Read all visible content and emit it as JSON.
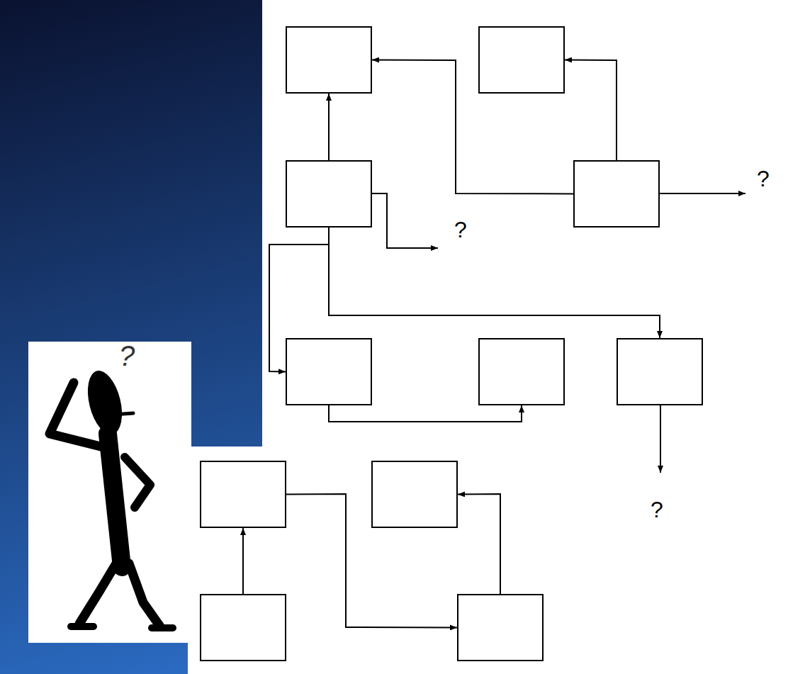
{
  "diagram": {
    "nodes": [
      {
        "text": []
      },
      {
        "text": []
      },
      {
        "text": []
      },
      {
        "text": []
      },
      {
        "text": []
      },
      {
        "text": []
      },
      {
        "text": []
      },
      {
        "text": []
      },
      {
        "text": []
      },
      {
        "text": []
      },
      {
        "text": []
      }
    ],
    "edges": [
      {
        "from": 2,
        "to": 0,
        "arrow": "to"
      },
      {
        "from": 3,
        "to": 0,
        "arrow": "to"
      },
      {
        "from": 3,
        "to": 1,
        "arrow": "to"
      },
      {
        "from": 2,
        "to": 4,
        "arrow": "to"
      },
      {
        "from": 2,
        "to": 6,
        "arrow": "to"
      },
      {
        "from": 4,
        "to": 5,
        "arrow": "to"
      },
      {
        "from": 9,
        "to": 7,
        "arrow": "to"
      },
      {
        "from": 7,
        "to": 10,
        "arrow": "to"
      },
      {
        "from": 10,
        "to": 8,
        "arrow": "to"
      }
    ],
    "labels": [
      "?",
      "?",
      "?",
      "?"
    ]
  }
}
